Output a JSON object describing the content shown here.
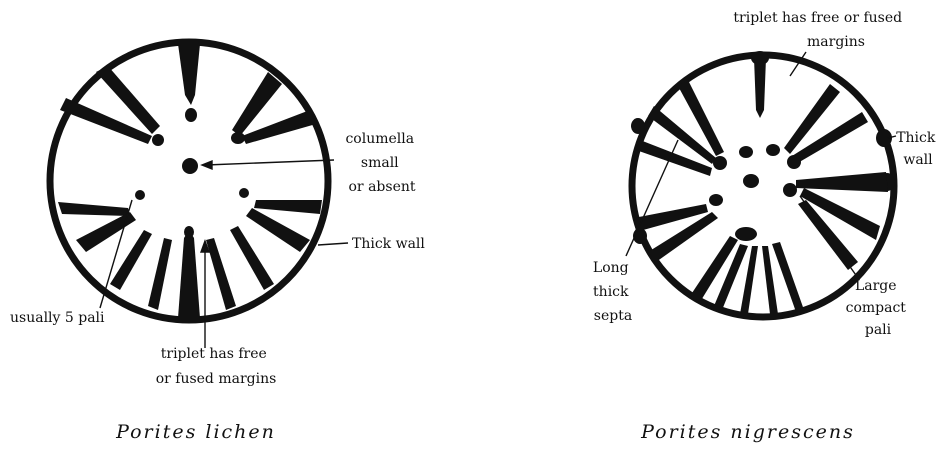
{
  "figures": [
    {
      "caption": "Porites lichen",
      "labels": {
        "columella": [
          "columella",
          "small",
          "or absent"
        ],
        "wall": [
          "Thick wall"
        ],
        "pali": [
          "usually 5 pali"
        ],
        "triplet": [
          "triplet has free",
          "or fused margins"
        ]
      }
    },
    {
      "caption": "Porites nigrescens",
      "labels": {
        "triplet": [
          "triplet has free or fused",
          "margins"
        ],
        "wall": [
          "Thick",
          "wall"
        ],
        "septa": [
          "Long",
          "thick",
          "septa"
        ],
        "pali": [
          "Large",
          "compact",
          "pali"
        ]
      }
    }
  ],
  "colors": {
    "ink": "#111111",
    "background": "#ffffff"
  }
}
